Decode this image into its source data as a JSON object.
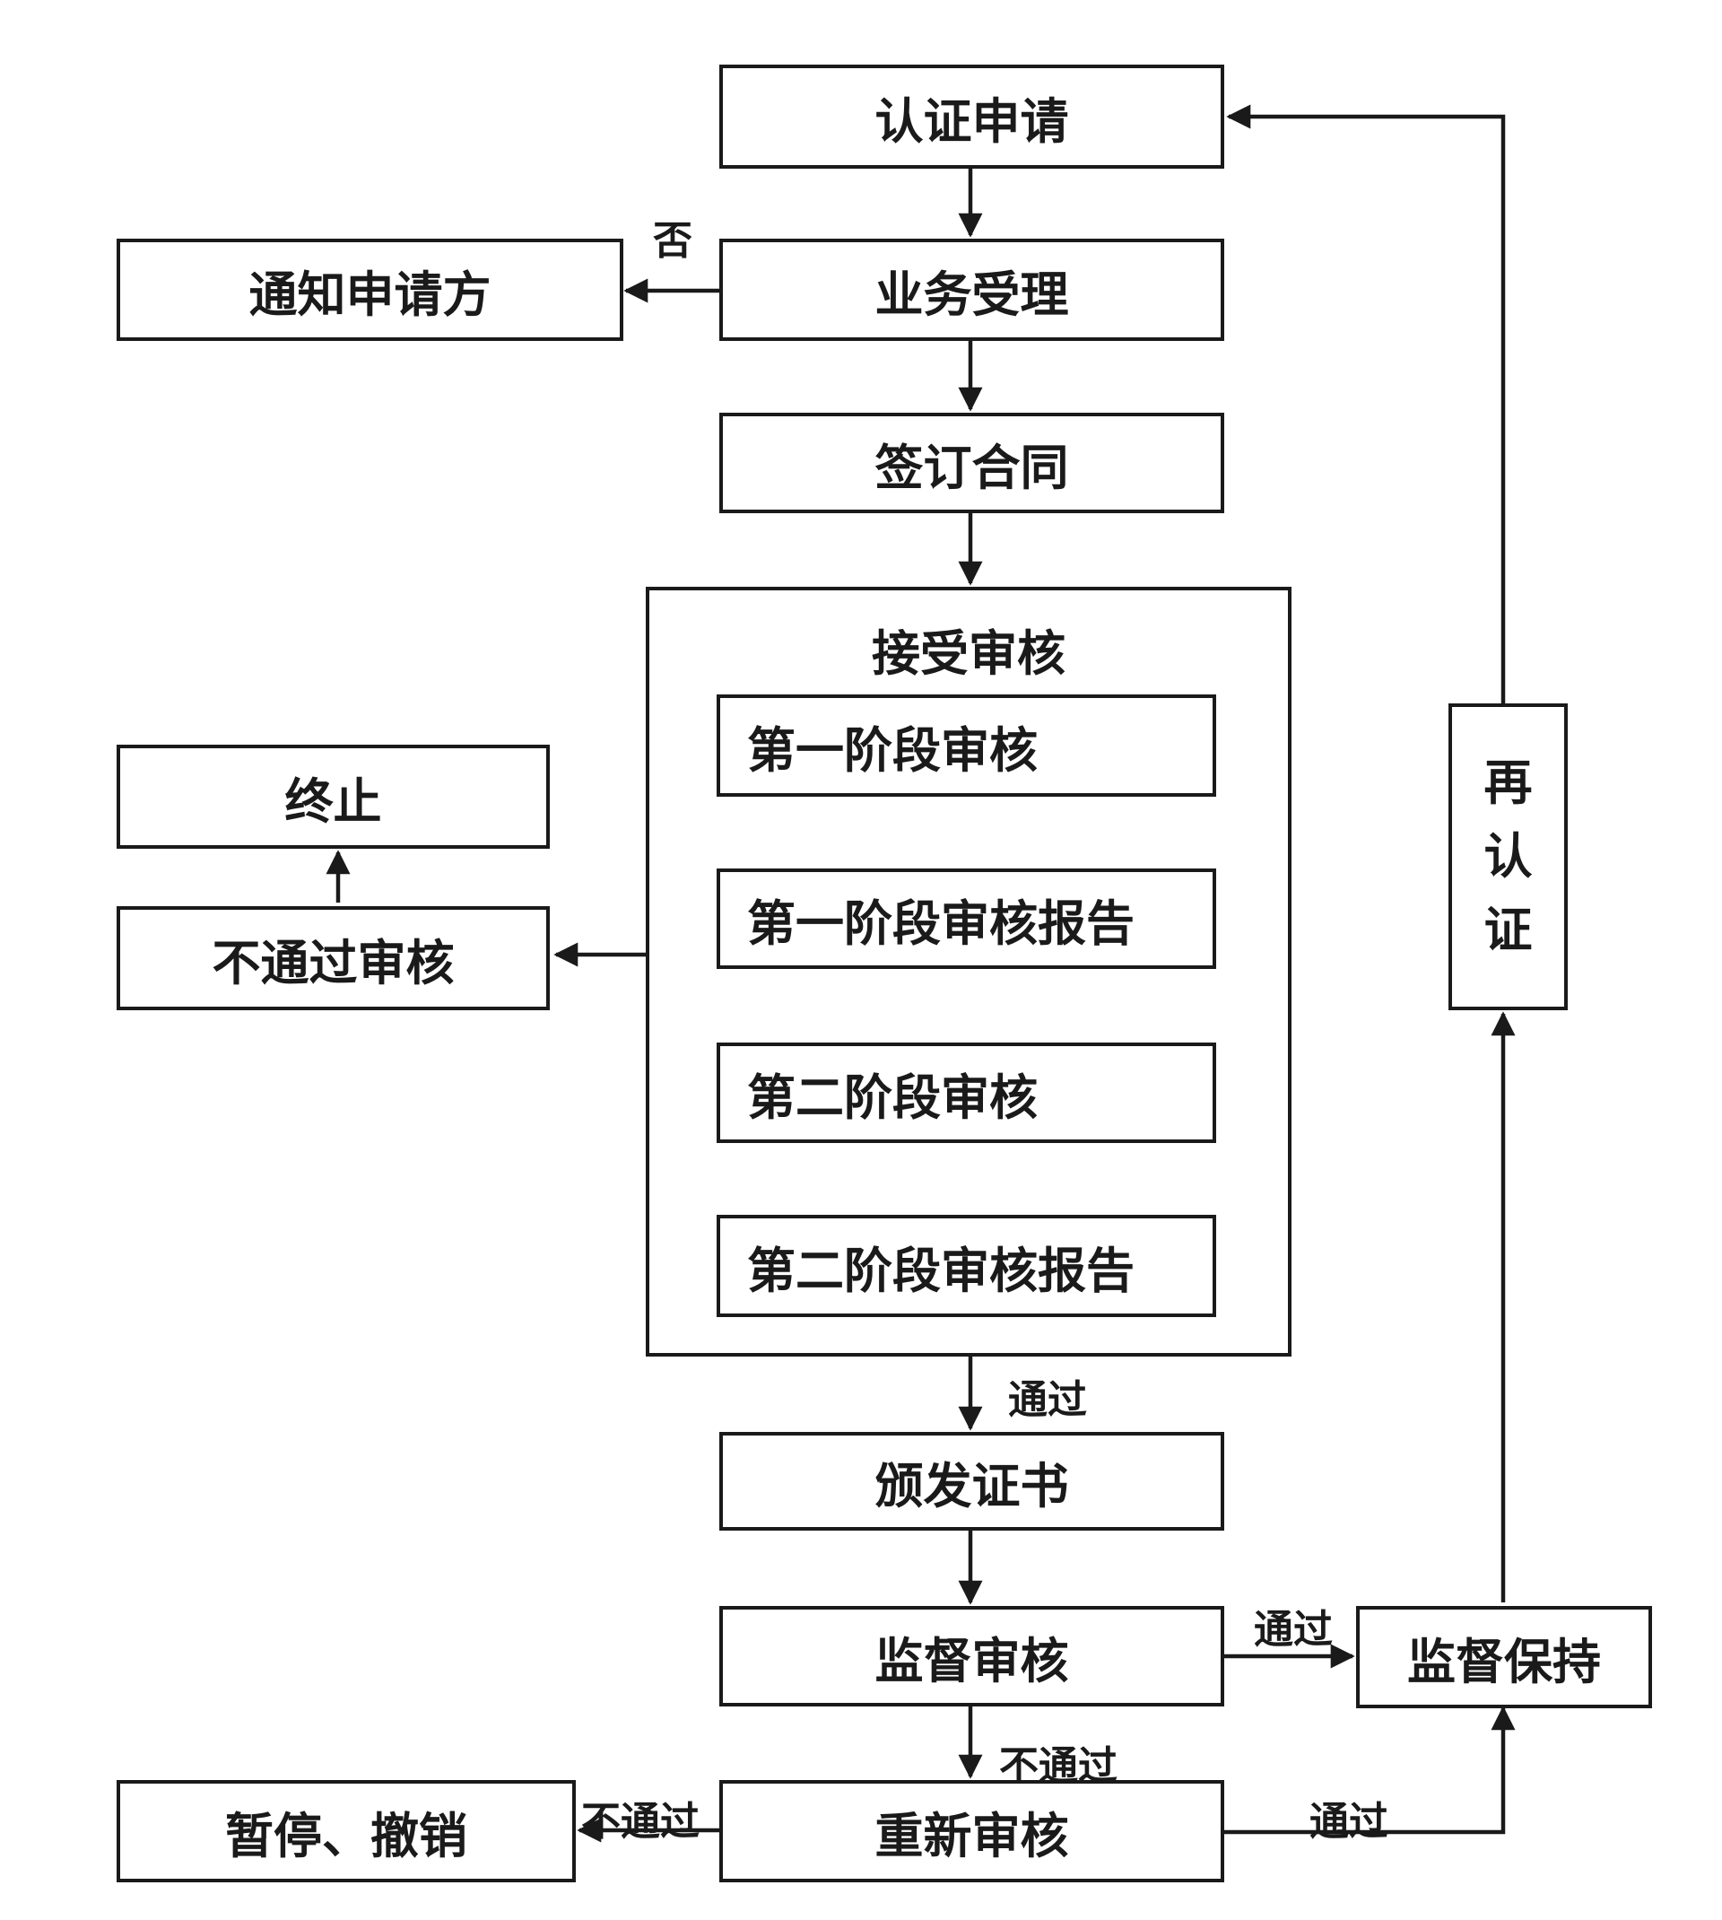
{
  "nodes": {
    "apply": "认证申请",
    "accept": "业务受理",
    "notify": "通知申请方",
    "contract": "签订合同",
    "audit_group": "接受审核",
    "stage1": "第一阶段审核",
    "stage1_report": "第一阶段审核报告",
    "stage2": "第二阶段审核",
    "stage2_report": "第二阶段审核报告",
    "fail_audit": "不通过审核",
    "terminate": "终止",
    "issue_cert": "颁发证书",
    "surveillance": "监督审核",
    "maintain": "监督保持",
    "recertify": [
      "再",
      "认",
      "证"
    ],
    "reaudit": "重新审核",
    "suspend": "暂停、撤销"
  },
  "edge_labels": {
    "no": "否",
    "pass_issue": "通过",
    "pass_maintain": "通过",
    "fail_reaudit": "不通过",
    "fail_suspend": "不通过",
    "pass_reaudit": "通过"
  },
  "colors": {
    "stroke": "#1a1a1a",
    "background": "#ffffff"
  }
}
